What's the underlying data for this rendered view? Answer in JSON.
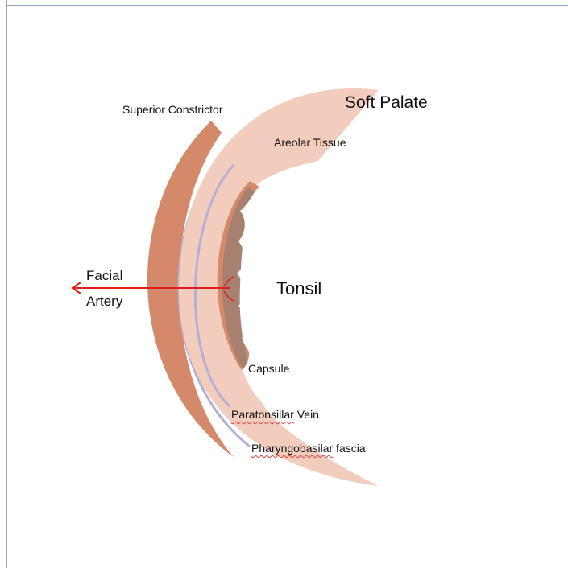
{
  "labels": {
    "soft_palate": "Soft Palate",
    "superior_constrictor": "Superior Constrictor",
    "areolar_tissue": "Areolar Tissue",
    "facial_line1": "Facial",
    "facial_line2": "Artery",
    "tonsil": "Tonsil",
    "capsule": "Capsule",
    "paratonsillar_vein_word1": "Paratonsillar",
    "paratonsillar_vein_word2": " Vein",
    "pharyngobasilar_word1": "Pharyngobasilar",
    "pharyngobasilar_word2": " fascia"
  },
  "colors": {
    "muscle": "#d4896a",
    "areolar": "#f2cdbd",
    "capsule": "#a8806f",
    "vein": "#b5afd6",
    "artery": "#e01b1b",
    "frame": "#8fa8c8"
  }
}
